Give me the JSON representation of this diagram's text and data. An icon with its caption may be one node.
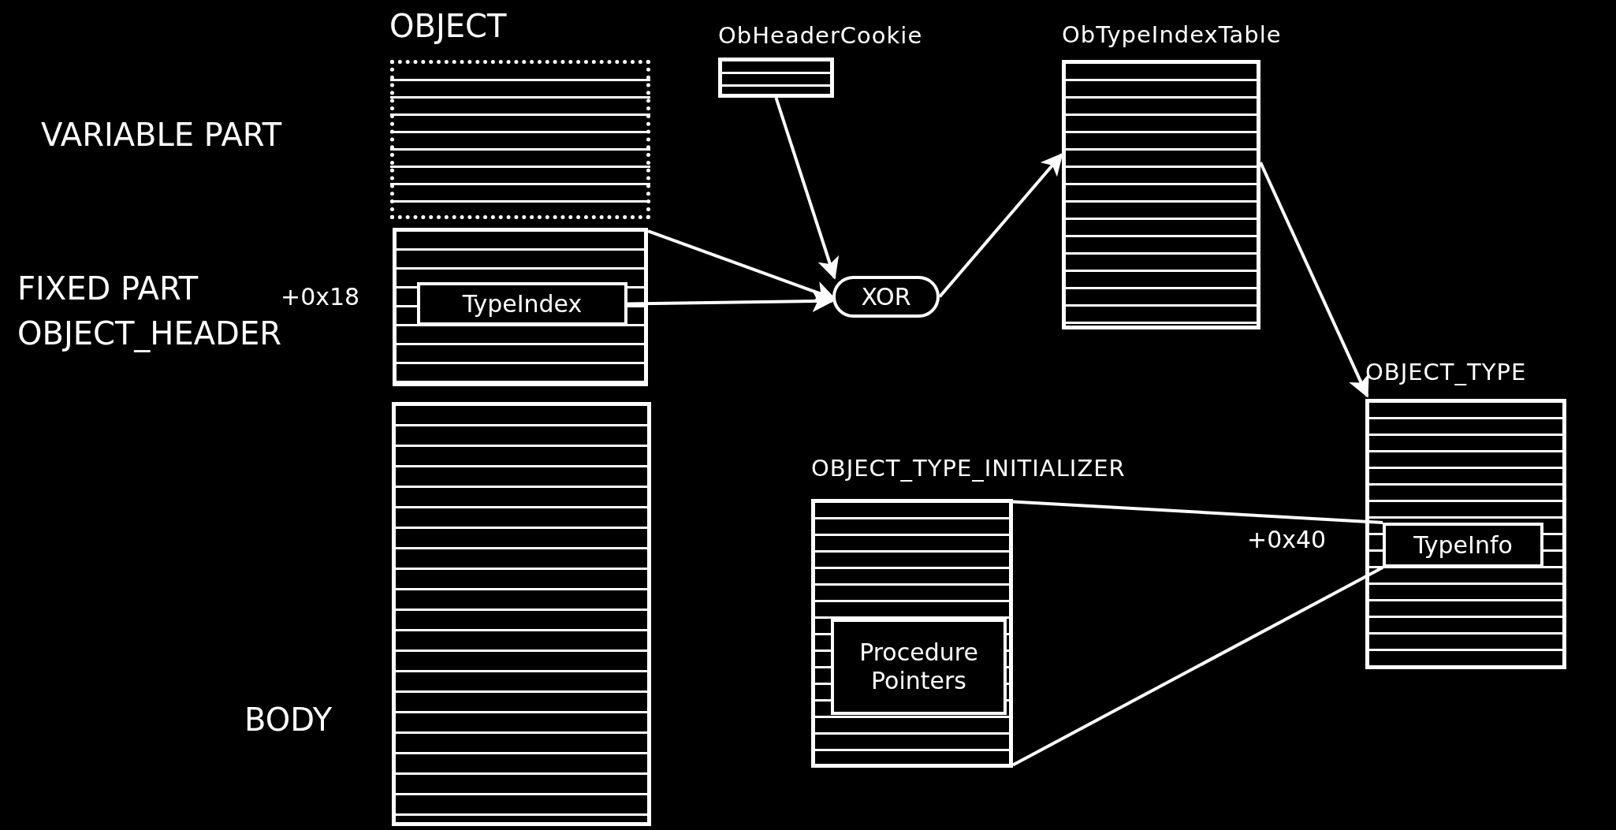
{
  "diagram": {
    "nodes": [
      {
        "text": [],
        "shape": "box",
        "beside": [
          "VARIABLE PART"
        ]
      },
      {
        "text": [],
        "shape": "box",
        "beside": [
          "FIXED PART",
          "OBJECT_HEADER"
        ]
      },
      {
        "text": [
          "TypeIndex"
        ],
        "in": 1,
        "beside": [
          "+0x18"
        ]
      },
      {
        "text": [],
        "shape": "box",
        "beside": [
          "BODY"
        ]
      },
      {
        "text": [
          "ObHeaderCookie"
        ]
      },
      {
        "text": [
          "XOR"
        ]
      },
      {
        "text": [
          "ObTypeIndexTable"
        ]
      },
      {
        "text": [
          "OBJECT_TYPE"
        ]
      },
      {
        "text": [
          "TypeInfo"
        ],
        "in": 7,
        "beside": [
          "+0x40"
        ]
      },
      {
        "text": [
          "OBJECT_TYPE_INITIALIZER"
        ]
      },
      {
        "text": [
          "Procedure Pointers"
        ],
        "in": 9
      }
    ],
    "edges": [
      {
        "from": 1,
        "to": 5,
        "arrow": "to"
      },
      {
        "from": 2,
        "to": 5,
        "arrow": "to"
      },
      {
        "from": 4,
        "to": 5,
        "arrow": "to"
      },
      {
        "from": 5,
        "to": 6,
        "arrow": "to"
      },
      {
        "from": 6,
        "to": 7,
        "arrow": "to"
      },
      {
        "from": 9,
        "to": 8,
        "arrow": "none"
      },
      {
        "from": 9,
        "to": 8,
        "arrow": "none"
      }
    ],
    "labels": [
      "OBJECT"
    ]
  }
}
